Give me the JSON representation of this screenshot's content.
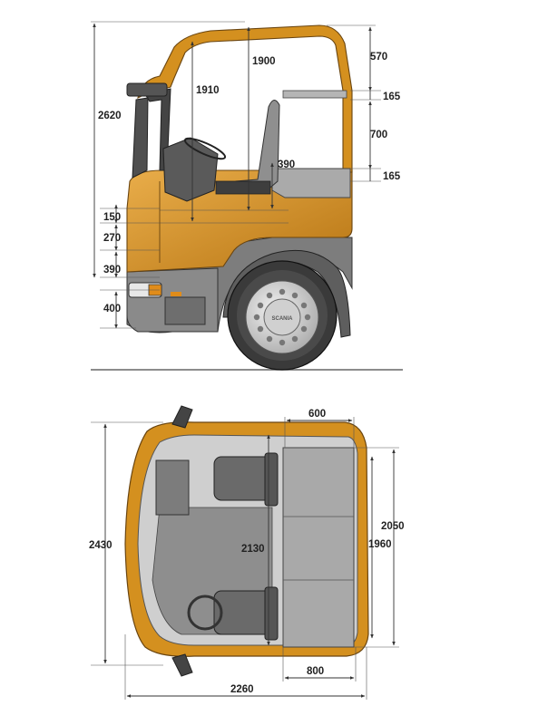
{
  "colors": {
    "cab_orange": "#d4901f",
    "cab_orange_dark": "#a86a12",
    "cab_orange_light": "#e9ad4a",
    "chassis_gray": "#7d7d7d",
    "interior_gray": "#9a9a9a",
    "interior_light": "#c9c9c9",
    "tire_dark": "#3a3a3a",
    "wheel_silver": "#d8d8d8",
    "ground_line": "#555555"
  },
  "side_view": {
    "logo_text": "SCANIA",
    "dimensions": {
      "overall_height": "2620",
      "interior_height_front": "1910",
      "interior_height_rear": "1900",
      "roof_to_upper_bunk": "570",
      "upper_bunk_thickness": "165",
      "bunk_gap": "700",
      "lower_bunk_thickness": "165",
      "engine_tunnel_height": "390",
      "step_top": "150",
      "step_middle": "270",
      "step_lower": "390",
      "ground_clearance": "400"
    }
  },
  "top_view": {
    "dimensions": {
      "overall_length": "2430",
      "interior_length": "2130",
      "bunk_length_outer": "2050",
      "bunk_length_inner": "1960",
      "bunk_width_top": "600",
      "bunk_width_bottom": "800",
      "overall_width": "2260"
    }
  }
}
